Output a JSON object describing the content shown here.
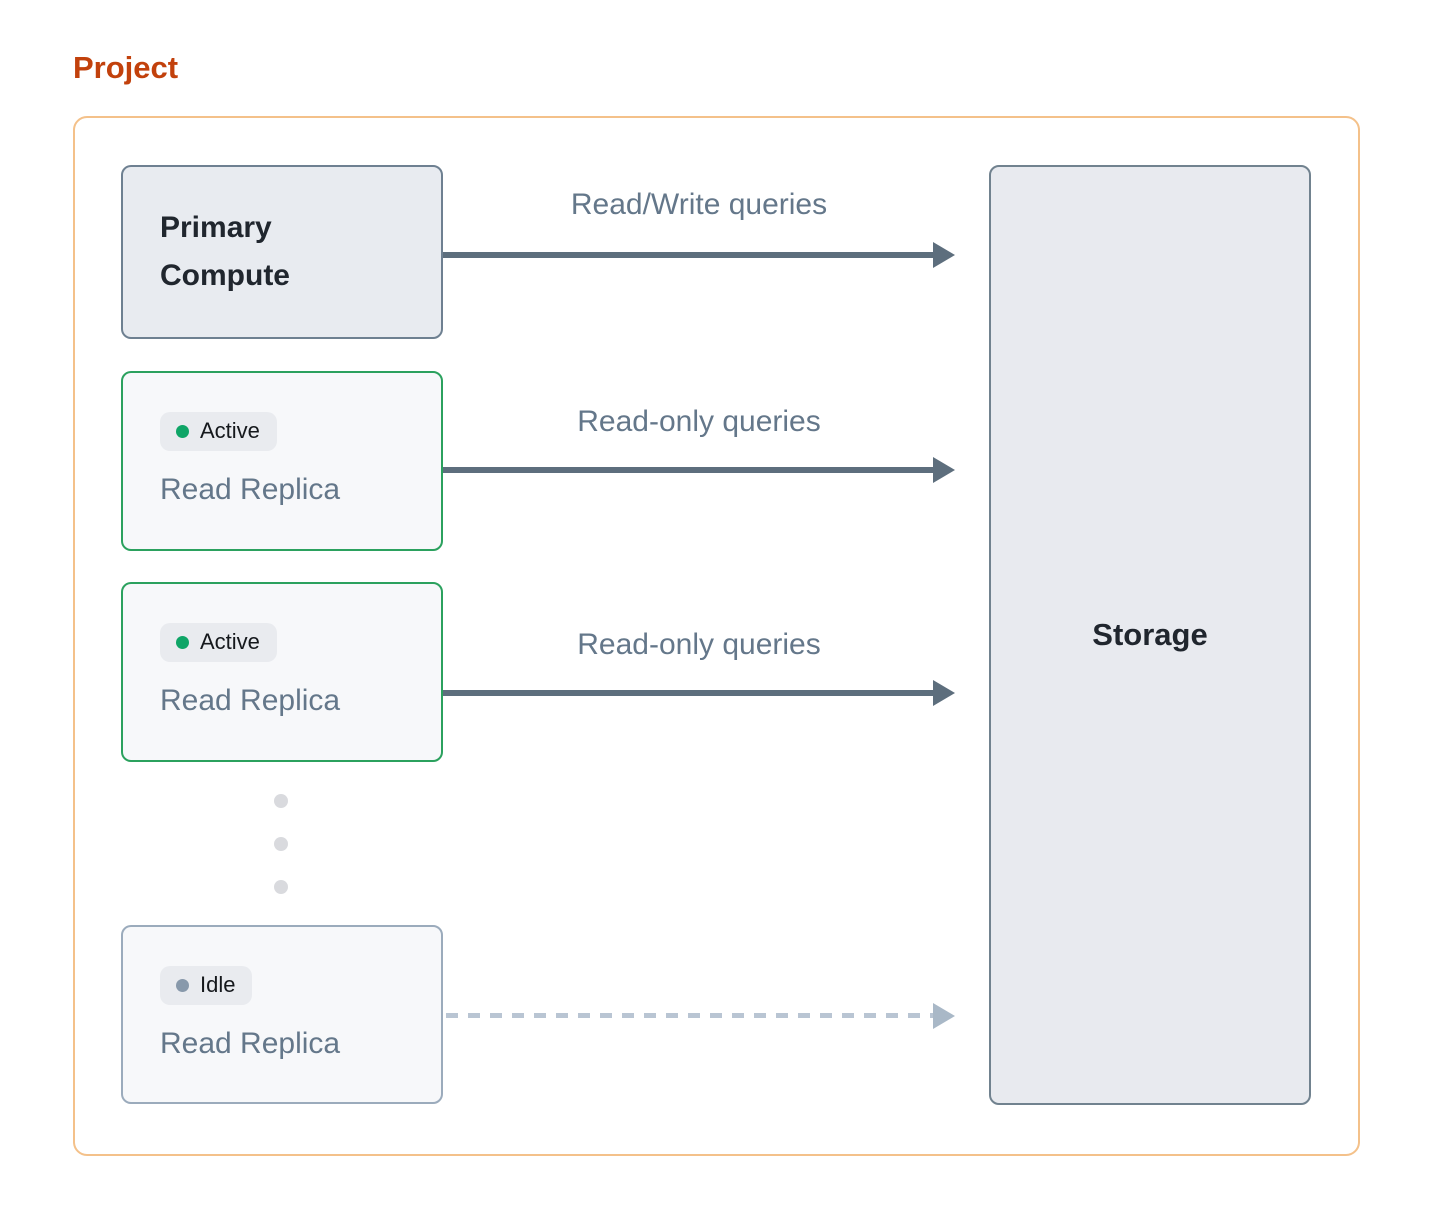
{
  "title": "Project",
  "nodes": {
    "primary": {
      "label": "Primary Compute"
    },
    "replicas": [
      {
        "status": "Active",
        "label": "Read Replica",
        "state": "active"
      },
      {
        "status": "Active",
        "label": "Read Replica",
        "state": "active"
      },
      {
        "status": "Idle",
        "label": "Read Replica",
        "state": "idle"
      }
    ],
    "storage": {
      "label": "Storage"
    }
  },
  "arrows": [
    {
      "label": "Read/Write queries",
      "style": "solid"
    },
    {
      "label": "Read-only queries",
      "style": "solid"
    },
    {
      "label": "Read-only queries",
      "style": "solid"
    },
    {
      "label": "",
      "style": "dashed"
    }
  ],
  "icons": {
    "active_dot": "status-dot",
    "idle_dot": "status-dot",
    "ellipsis": "vertical-ellipsis"
  },
  "colors": {
    "title": "#c2410c",
    "frame_border": "#f4c18a",
    "node_background": "#e8ebf0",
    "node_border": "#6e8091",
    "replica_background": "#f7f8fa",
    "active_border": "#2ba15e",
    "idle_border": "#9babbc",
    "active_dot": "#0fa567",
    "idle_dot": "#8899ab",
    "badge_background": "#e9ebef",
    "arrow": "#5d6e7d",
    "dashed_arrow": "#b9c5d3",
    "secondary_text": "#64778a",
    "dark_text": "#20262e"
  }
}
